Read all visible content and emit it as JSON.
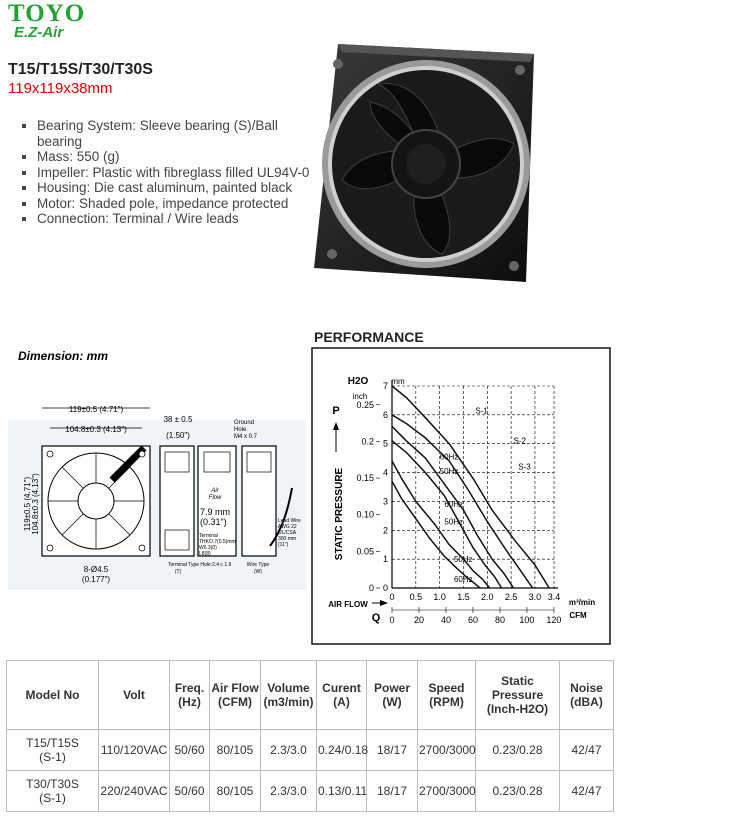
{
  "brand": {
    "name": "TOYO",
    "line": "E.Z-Air",
    "color": "#22a234"
  },
  "product": {
    "models": "T15/T15S/T30/T30S",
    "size": "119x119x38mm",
    "size_color": "#e00000"
  },
  "specs": [
    "Bearing System: Sleeve bearing (S)/Ball bearing",
    "Mass: 550 (g)",
    "Impeller: Plastic with fibreglass filled UL94V-0",
    "Housing: Die cast aluminum, painted black",
    "Motor: Shaded pole, impedance protected",
    "Connection: Terminal / Wire leads"
  ],
  "dimension": {
    "heading": "Dimension: mm",
    "width_outer": "119±0.5 (4.71\")",
    "width_inner": "104.8±0.3 (4.13\")",
    "depth": "38 ± 0.5",
    "depth_in": "(1.50\")",
    "ground_hole": [
      "Ground",
      "Hole",
      "M4 x 0.7"
    ],
    "air_flow": [
      "Air",
      "Flow"
    ],
    "terminal_depth": "7.9 mm",
    "terminal_depth_in": "(0.31\")",
    "terminal_spec": [
      "Terminal",
      "THKO.7(0.5)mm",
      "W6.3(0)",
      "L8(8)"
    ],
    "lead_wire": [
      "Lead Wire",
      "AWG 22",
      "UL/CSA",
      "300 mm",
      "(11\")"
    ],
    "holes": "8-Ø4.5",
    "holes_in": "(0.177\")",
    "terminal_type": "Terminal Type Hole:2.4 c 1.9",
    "terminal_type_code": "(T)",
    "wire_type": "Wire Type",
    "wire_type_code": "(W)"
  },
  "chart_data": {
    "type": "line",
    "title": "PERFORMANCE",
    "ylabel": "STATIC PRESSURE",
    "ylabel_symbol": "P",
    "y_unit_top": "H2O",
    "y_unit_inch": "inch",
    "y_unit_mm": "mm",
    "xlabel": "AIR FLOW",
    "xlabel_symbol": "Q",
    "x_unit": "m³/min",
    "x_unit2": "CFM",
    "x_ticks": [
      "0",
      "0.5",
      "1.0",
      "1.5",
      "2.0",
      "2.5",
      "3.0",
      "3.4"
    ],
    "x_cfm_ticks": [
      "0",
      "20",
      "40",
      "60",
      "80",
      "100",
      "120"
    ],
    "y_inch_ticks": [
      "0",
      "0.05",
      "0.10",
      "0.15",
      "0.2",
      "0.25"
    ],
    "y_mm_ticks": [
      "0",
      "1",
      "2",
      "3",
      "4",
      "5",
      "6",
      "7"
    ],
    "xlim": [
      0,
      3.4
    ],
    "ylim_mm": [
      0,
      7
    ],
    "annotations": [
      "S-1",
      "S-2",
      "S-3",
      "60Hz",
      "50Hz",
      "60Hz",
      "50Hz",
      "50Hz",
      "60Hz"
    ],
    "series": [
      {
        "name": "S-1",
        "x": [
          0,
          0.3,
          0.7,
          1.2,
          1.7,
          2.1,
          2.6,
          3.0,
          3.3
        ],
        "y": [
          7.0,
          6.6,
          5.9,
          5.0,
          3.8,
          2.7,
          1.6,
          0.8,
          0.0
        ]
      },
      {
        "x": [
          0,
          0.3,
          0.7,
          1.2,
          1.6,
          2.0,
          2.4,
          2.7,
          2.95
        ],
        "y": [
          6.0,
          5.7,
          5.2,
          4.4,
          3.4,
          2.3,
          1.3,
          0.6,
          0.0
        ]
      },
      {
        "name": "S-2",
        "x": [
          0,
          0.3,
          0.7,
          1.1,
          1.5,
          1.8,
          2.1,
          2.35,
          2.55
        ],
        "y": [
          5.6,
          5.1,
          4.5,
          3.6,
          2.7,
          1.8,
          1.0,
          0.5,
          0.0
        ]
      },
      {
        "x": [
          0,
          0.3,
          0.7,
          1.1,
          1.4,
          1.7,
          1.95,
          2.15,
          2.3
        ],
        "y": [
          5.1,
          4.7,
          4.0,
          3.2,
          2.3,
          1.4,
          0.8,
          0.4,
          0.0
        ]
      },
      {
        "name": "S-3",
        "x": [
          0,
          0.2,
          0.5,
          0.9,
          1.2,
          1.5,
          1.7,
          1.9,
          2.05
        ],
        "y": [
          4.4,
          3.8,
          3.0,
          2.2,
          1.5,
          1.0,
          0.6,
          0.3,
          0.0
        ]
      },
      {
        "x": [
          0,
          0.2,
          0.5,
          0.8,
          1.1,
          1.35,
          1.55,
          1.7,
          1.85
        ],
        "y": [
          3.7,
          3.1,
          2.4,
          1.7,
          1.1,
          0.7,
          0.4,
          0.2,
          0.0
        ]
      }
    ]
  },
  "table": {
    "headers": [
      "Model No",
      "Volt",
      "Freq.\n(Hz)",
      "Air Flow\n(CFM)",
      "Volume\n(m3/min)",
      "Curent\n(A)",
      "Power\n(W)",
      "Speed\n(RPM)",
      "Static\nPressure\n(Inch-H2O)",
      "Noise\n(dBA)"
    ],
    "rows": [
      [
        "T15/T15S\n(S-1)",
        "110/120VAC",
        "50/60",
        "80/105",
        "2.3/3.0",
        "0.24/0.18",
        "18/17",
        "2700/3000",
        "0.23/0.28",
        "42/47"
      ],
      [
        "T30/T30S\n(S-1)",
        "220/240VAC",
        "50/60",
        "80/105",
        "2.3/3.0",
        "0.13/0.11",
        "18/17",
        "2700/3000",
        "0.23/0.28",
        "42/47"
      ]
    ]
  }
}
